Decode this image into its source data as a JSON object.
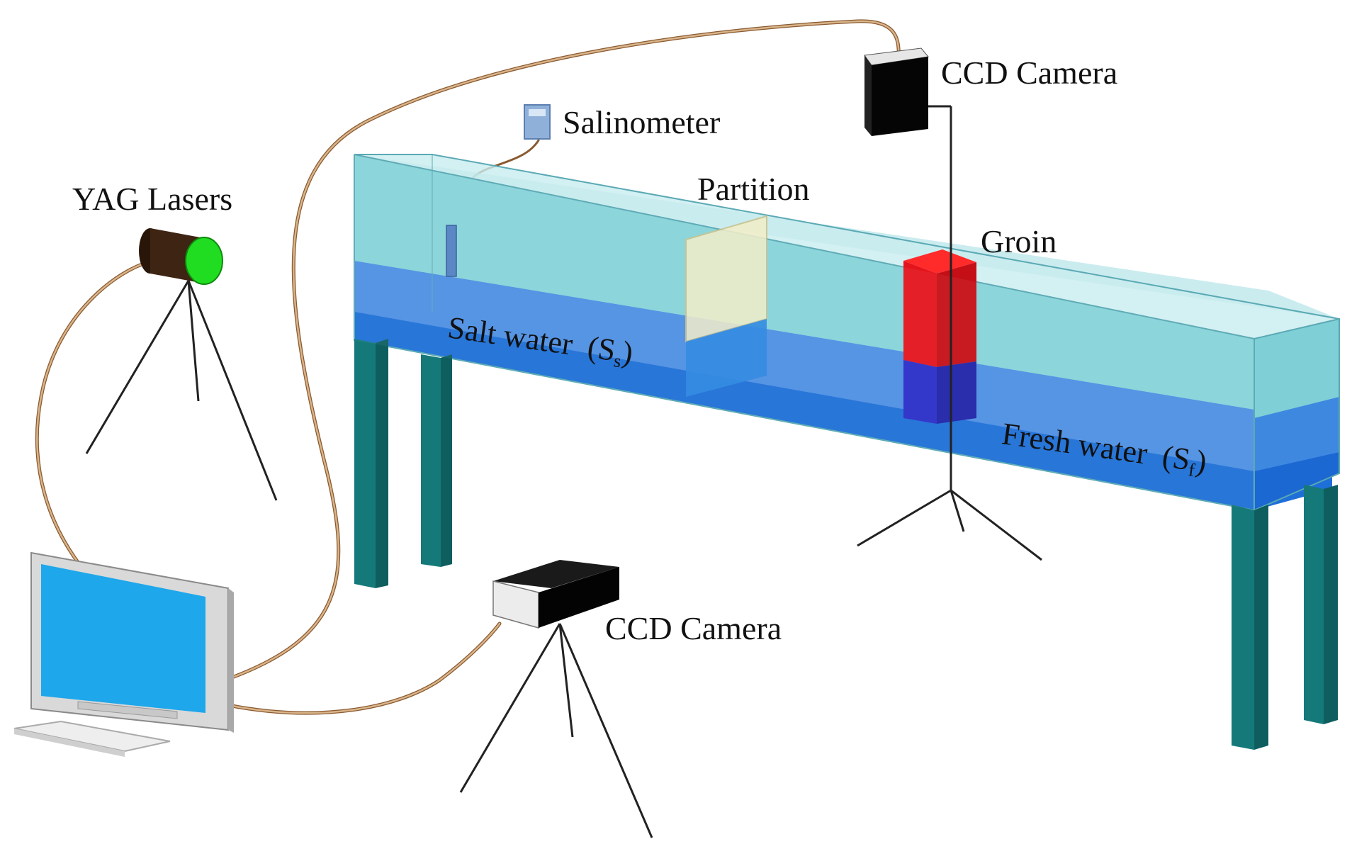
{
  "labels": {
    "yag_lasers": "YAG Lasers",
    "salinometer": "Salinometer",
    "ccd_camera_top": "CCD Camera",
    "ccd_camera_bottom": "CCD Camera",
    "partition": "Partition",
    "groin": "Groin",
    "salt_water": "Salt water",
    "salt_water_symbol": "(S",
    "salt_water_sub": "s",
    "salt_water_close": ")",
    "fresh_water": "Fresh water",
    "fresh_water_symbol": "(S",
    "fresh_water_sub": "f",
    "fresh_water_close": ")"
  },
  "colors": {
    "tank_upper_water": "#7fd3d9",
    "salt_layer": "#4f8fe0",
    "fresh_layer": "#1f6fd8",
    "legs": "#178a8a",
    "groin_top": "#e8141c",
    "groin_bottom": "#2a2ec8",
    "partition": "#f2ecc4",
    "laser_body": "#3e2412",
    "laser_lens": "#22dd22",
    "monitor_screen": "#1ea7ea",
    "camera": "#050505",
    "cable": "#b07a4c"
  },
  "icons": [
    "yag-laser-icon",
    "salinometer-icon",
    "ccd-camera-icon",
    "monitor-icon",
    "keyboard-icon",
    "tripod-icon"
  ]
}
